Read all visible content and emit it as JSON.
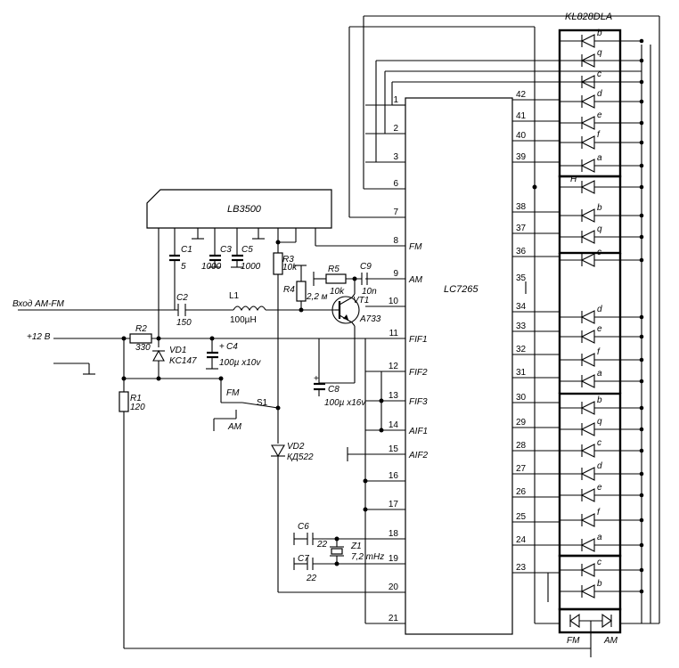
{
  "chips": {
    "lb3500": "LB3500",
    "lc7265": "LC7265",
    "display": "KL828DLA"
  },
  "lc_left_pins": [
    {
      "num": "1",
      "label": ""
    },
    {
      "num": "2",
      "label": ""
    },
    {
      "num": "3",
      "label": ""
    },
    {
      "num": "6",
      "label": ""
    },
    {
      "num": "7",
      "label": ""
    },
    {
      "num": "8",
      "label": "FM"
    },
    {
      "num": "9",
      "label": "AM"
    },
    {
      "num": "10",
      "label": ""
    },
    {
      "num": "11",
      "label": "FIF1"
    },
    {
      "num": "12",
      "label": "FIF2"
    },
    {
      "num": "13",
      "label": "FIF3"
    },
    {
      "num": "14",
      "label": "AIF1"
    },
    {
      "num": "15",
      "label": "AIF2"
    },
    {
      "num": "16",
      "label": ""
    },
    {
      "num": "17",
      "label": ""
    },
    {
      "num": "18",
      "label": ""
    },
    {
      "num": "19",
      "label": ""
    },
    {
      "num": "20",
      "label": ""
    },
    {
      "num": "21",
      "label": ""
    }
  ],
  "lc_right_pins": [
    "42",
    "41",
    "40",
    "39",
    "38",
    "37",
    "36",
    "35",
    "34",
    "33",
    "32",
    "31",
    "30",
    "29",
    "28",
    "27",
    "26",
    "25",
    "24",
    "23"
  ],
  "segments": [
    "b",
    "q",
    "c",
    "d",
    "e",
    "f",
    "a",
    "H",
    "b",
    "q",
    "c",
    "d",
    "e",
    "f",
    "a",
    "b",
    "q",
    "c",
    "d",
    "e",
    "f",
    "a",
    "c",
    "b"
  ],
  "display_bottom": {
    "fm": "FM",
    "am": "AM"
  },
  "components": {
    "c1": {
      "name": "C1",
      "value": "5"
    },
    "c2": {
      "name": "C2",
      "value": "150"
    },
    "c3": {
      "name": "C3",
      "value": "1000"
    },
    "c4": {
      "name": "C4",
      "value": "100µ x10v"
    },
    "c5": {
      "name": "C5",
      "value": "1000"
    },
    "c6": {
      "name": "C6",
      "value": "22"
    },
    "c7": {
      "name": "C7",
      "value": "22"
    },
    "c8": {
      "name": "C8",
      "value": "100µ x16v"
    },
    "c9": {
      "name": "C9",
      "value": "10n"
    },
    "r1": {
      "name": "R1",
      "value": "120"
    },
    "r2": {
      "name": "R2",
      "value": "330"
    },
    "r3": {
      "name": "R3",
      "value": "10k"
    },
    "r4": {
      "name": "R4",
      "value": "2,2 м"
    },
    "r5": {
      "name": "R5",
      "value": "10k"
    },
    "l1": {
      "name": "L1",
      "value": "100µH"
    },
    "vt1": {
      "name": "VT1",
      "value": "A733"
    },
    "vd1": {
      "name": "VD1",
      "value": "KC147"
    },
    "vd2": {
      "name": "VD2",
      "value": "КД522"
    },
    "z1": {
      "name": "Z1",
      "value": "7,2 mHz"
    },
    "s1": {
      "name": "S1",
      "fm": "FM",
      "am": "AM"
    }
  },
  "labels": {
    "input": "Вход АМ-FM",
    "supply": "+12 В",
    "plus": "+"
  }
}
